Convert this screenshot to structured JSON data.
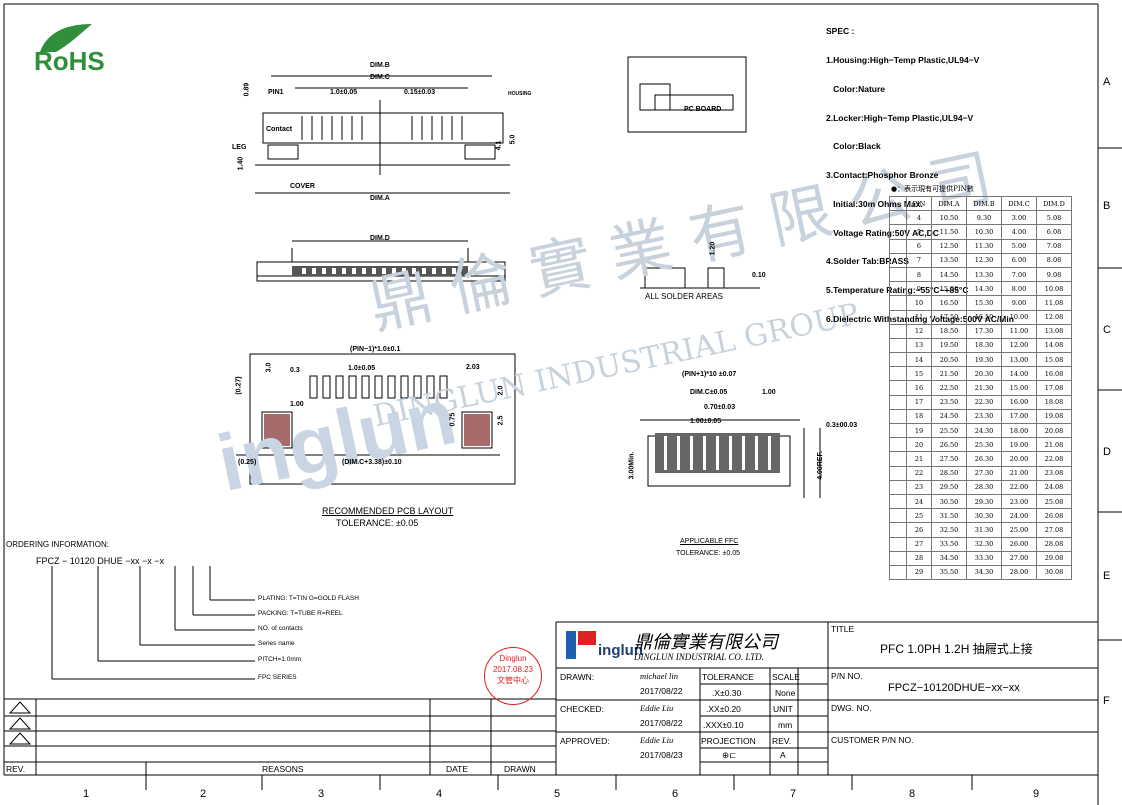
{
  "logo": {
    "text": "RoHS"
  },
  "spec": {
    "heading": "SPEC :",
    "lines": [
      "1.Housing:High−Temp Plastic,UL94−V",
      "   Color:Nature",
      "2.Locker:High−Temp Plastic,UL94−V",
      "   Color:Black",
      "3.Contact:Phosphor Bronze",
      "   Initial:30m Ohms Max.",
      "   Voltage Rating:50V AC,DC",
      "4.Solder Tab:BRASS",
      "5.Temperature Rating:−55°C~+85°C",
      "6.Dielectric Withstanding Voltage:500V AC/Min"
    ]
  },
  "pin_table": {
    "note": "●：表示現有可提供PIN數",
    "headers": [
      "PIN",
      "DIM.A",
      "DIM.B",
      "DIM.C",
      "DIM.D"
    ],
    "rows": [
      [
        "4",
        "10.50",
        "9.30",
        "3.00",
        "5.08"
      ],
      [
        "5",
        "11.50",
        "10.30",
        "4.00",
        "6.08"
      ],
      [
        "6",
        "12.50",
        "11.30",
        "5.00",
        "7.08"
      ],
      [
        "7",
        "13.50",
        "12.30",
        "6.00",
        "8.08"
      ],
      [
        "8",
        "14.50",
        "13.30",
        "7.00",
        "9.08"
      ],
      [
        "9",
        "15.50",
        "14.30",
        "8.00",
        "10.08"
      ],
      [
        "10",
        "16.50",
        "15.30",
        "9.00",
        "11.08"
      ],
      [
        "11",
        "17.50",
        "16.50",
        "10.00",
        "12.08"
      ],
      [
        "12",
        "18.50",
        "17.30",
        "11.00",
        "13.08"
      ],
      [
        "13",
        "19.50",
        "18.30",
        "12.00",
        "14.08"
      ],
      [
        "14",
        "20.50",
        "19.30",
        "13.00",
        "15.08"
      ],
      [
        "15",
        "21.50",
        "20.30",
        "14.00",
        "16.08"
      ],
      [
        "16",
        "22.50",
        "21.30",
        "15.00",
        "17.08"
      ],
      [
        "17",
        "23.50",
        "22.30",
        "16.00",
        "18.08"
      ],
      [
        "18",
        "24.50",
        "23.30",
        "17.00",
        "19.08"
      ],
      [
        "19",
        "25.50",
        "24.30",
        "18.00",
        "20.08"
      ],
      [
        "20",
        "26.50",
        "25.30",
        "19.00",
        "21.08"
      ],
      [
        "21",
        "27.50",
        "26.30",
        "20.00",
        "22.08"
      ],
      [
        "22",
        "28.50",
        "27.30",
        "21.00",
        "23.08"
      ],
      [
        "23",
        "29.50",
        "28.30",
        "22.00",
        "24.08"
      ],
      [
        "24",
        "30.50",
        "29.30",
        "23.00",
        "25.08"
      ],
      [
        "25",
        "31.50",
        "30.30",
        "24.00",
        "26.08"
      ],
      [
        "26",
        "32.50",
        "31.30",
        "25.00",
        "27.08"
      ],
      [
        "27",
        "33.50",
        "32.30",
        "26.00",
        "28.08"
      ],
      [
        "28",
        "34.50",
        "33.30",
        "27.00",
        "29.08"
      ],
      [
        "29",
        "35.50",
        "34.30",
        "28.00",
        "30.08"
      ]
    ]
  },
  "zones": {
    "letters": [
      "A",
      "B",
      "C",
      "D",
      "E",
      "F"
    ],
    "numbers": [
      "1",
      "2",
      "3",
      "4",
      "5",
      "6",
      "7",
      "8",
      "9"
    ]
  },
  "drawing_labels": {
    "dim_b": "DIM.B",
    "dim_c": "DIM.C",
    "pin1": "PIN1",
    "pitch": "1.0±0.05",
    "pitch2": "0.15±0.03",
    "housing": "HOUSING",
    "contact": "Contact",
    "leg": "LEG",
    "cover": "COVER",
    "dim_a": "DIM.A",
    "d089": "0.89",
    "d140": "1.40",
    "d41": "4.1",
    "d50": "5.0",
    "dim_d": "DIM.D",
    "pc_board": "PC BOARD",
    "d120": "1.20",
    "d010": "0.10",
    "all_solder": "ALL SOLDER AREAS",
    "pcb_pitch_total": "(PIN−1)*1.0±0.1",
    "pcb_pitch": "1.0±0.05",
    "d03": "0.3",
    "d30": "3.0",
    "d027": "(0.27)",
    "d100": "1.00",
    "d203": "2.03",
    "d20": "2.0",
    "d075": "0.75",
    "d25": "2.5",
    "d025": "(0.25)",
    "pcb_total": "(DIM.C+3.38)±0.10",
    "pcb_layout": "RECOMMENDED PCB LAYOUT",
    "pcb_tol": "TOLERANCE: ±0.05",
    "ffc_total": "(PIN+1)*10 ±0.07",
    "ffc_dimc": "DIM.C±0.05",
    "ffc_100a": "1.00",
    "ffc_070": "0.70±0.03",
    "ffc_100": "1.00±0.05",
    "ffc_03": "0.3±00.03",
    "ffc_300": "3.00Min.",
    "ffc_400": "4.00REF.",
    "ffc_title": "APPLICABLE FFC",
    "ffc_tol": "TOLERANCE: ±0.05"
  },
  "ordering": {
    "heading": "ORDERING INFORMATION:",
    "code": "FPCZ  − 10120   DHUE  −xx  −x  −x",
    "items": [
      "PLATING: T=TIN G=GOLD FLASH",
      "PACKING: T=TUBE R=REEL",
      "NO. of contacts",
      "Series name",
      "PITCH=1.0mm",
      "FPC SERIES"
    ]
  },
  "stamp": {
    "line1": "Dinglun",
    "line2": "2017.08.23",
    "line3": "文管中心"
  },
  "company": {
    "logo_text": "inglun",
    "name_cn": "鼎倫實業有限公司",
    "name_en": "DINGLUN INDUSTRIAL CO. LTD."
  },
  "title_block": {
    "title_label": "TITLE",
    "title_value": "PFC 1.0PH 1.2H 抽屜式上接",
    "drawn_label": "DRAWN:",
    "drawn_name": "michael lin",
    "drawn_date": "2017/08/22",
    "checked_label": "CHECKED:",
    "checked_name": "Eddie Liu",
    "checked_date": "2017/08/22",
    "approved_label": "APPROVED:",
    "approved_name": "Eddie Liu",
    "approved_date": "2017/08/23",
    "tolerance_label": "TOLERANCE",
    "tol1": ".X±0.30",
    "tol2": ".XX±0.20",
    "tol3": ".XXX±0.10",
    "scale_label": "SCALE",
    "scale_value": "None",
    "unit_label": "UNIT",
    "unit_value": "mm",
    "projection_label": "PROJECTION",
    "rev_label": "REV.",
    "rev_value": "A",
    "pn_label": "P/N NO.",
    "pn_value": "FPCZ−10120DHUE−xx−xx",
    "dwg_label": "DWG. NO.",
    "customer_label": "CUSTOMER P/N NO."
  },
  "revision_block": {
    "rev": "REV.",
    "reasons": "REASONS",
    "date": "DATE",
    "drawn": "DRAWN"
  },
  "watermark": {
    "cn": "鼎 倫 實 業 有 限 公 司",
    "en": "DINGLUN INDUSTRIAL GROUP"
  }
}
